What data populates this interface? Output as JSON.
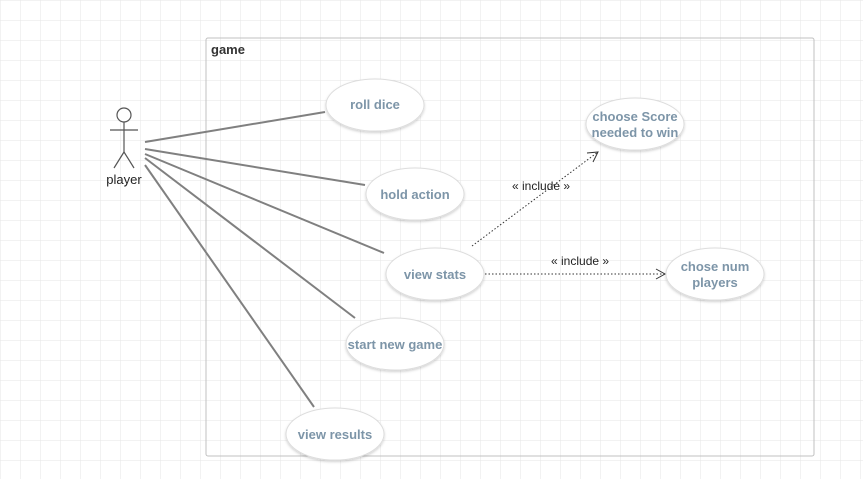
{
  "boundary": {
    "label": "game"
  },
  "actor": {
    "label": "player"
  },
  "use_cases": {
    "roll_dice": "roll dice",
    "hold_action": "hold action",
    "view_stats": "view stats",
    "start_new_game": "start new game",
    "view_results": "view results",
    "choose_score_line1": "choose Score",
    "choose_score_line2": "needed to win",
    "chose_num_line1": "chose num",
    "chose_num_line2": "players"
  },
  "relations": {
    "include_score": "« include »",
    "include_players": "« include »"
  },
  "colors": {
    "grid": "#e6e6e6",
    "association": "#808080",
    "usecase_fill": "#ffffff",
    "usecase_stroke": "#dddddd",
    "usecase_text": "#7d95a8",
    "boundary_stroke": "#c0c0c0"
  }
}
